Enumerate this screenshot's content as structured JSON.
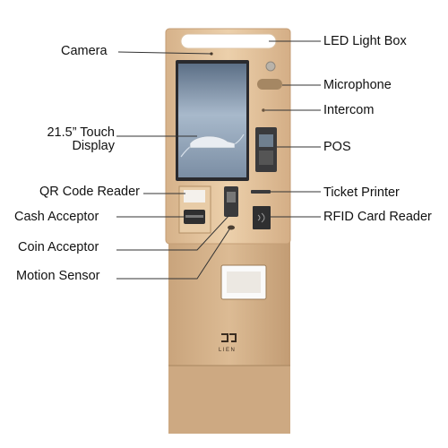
{
  "labels": {
    "camera": "Camera",
    "led_light_box": "LED Light Box",
    "microphone": "Microphone",
    "intercom": "Intercom",
    "touch_display_line1": "21.5” Touch",
    "touch_display_line2": "Display",
    "pos": "POS",
    "qr_code_reader": "QR Code Reader",
    "ticket_printer": "Ticket Printer",
    "cash_acceptor": "Cash Acceptor",
    "rfid_card_reader": "RFID Card Reader",
    "coin_acceptor": "Coin Acceptor",
    "motion_sensor": "Motion Sensor"
  },
  "brand": {
    "name": "LIEN"
  },
  "colors": {
    "body_gold": "#d8b48c",
    "body_shadow": "#b8946c",
    "panel_face": "#e4c39c",
    "screen_frame": "#2a2a2e",
    "leader_line": "#333333"
  }
}
